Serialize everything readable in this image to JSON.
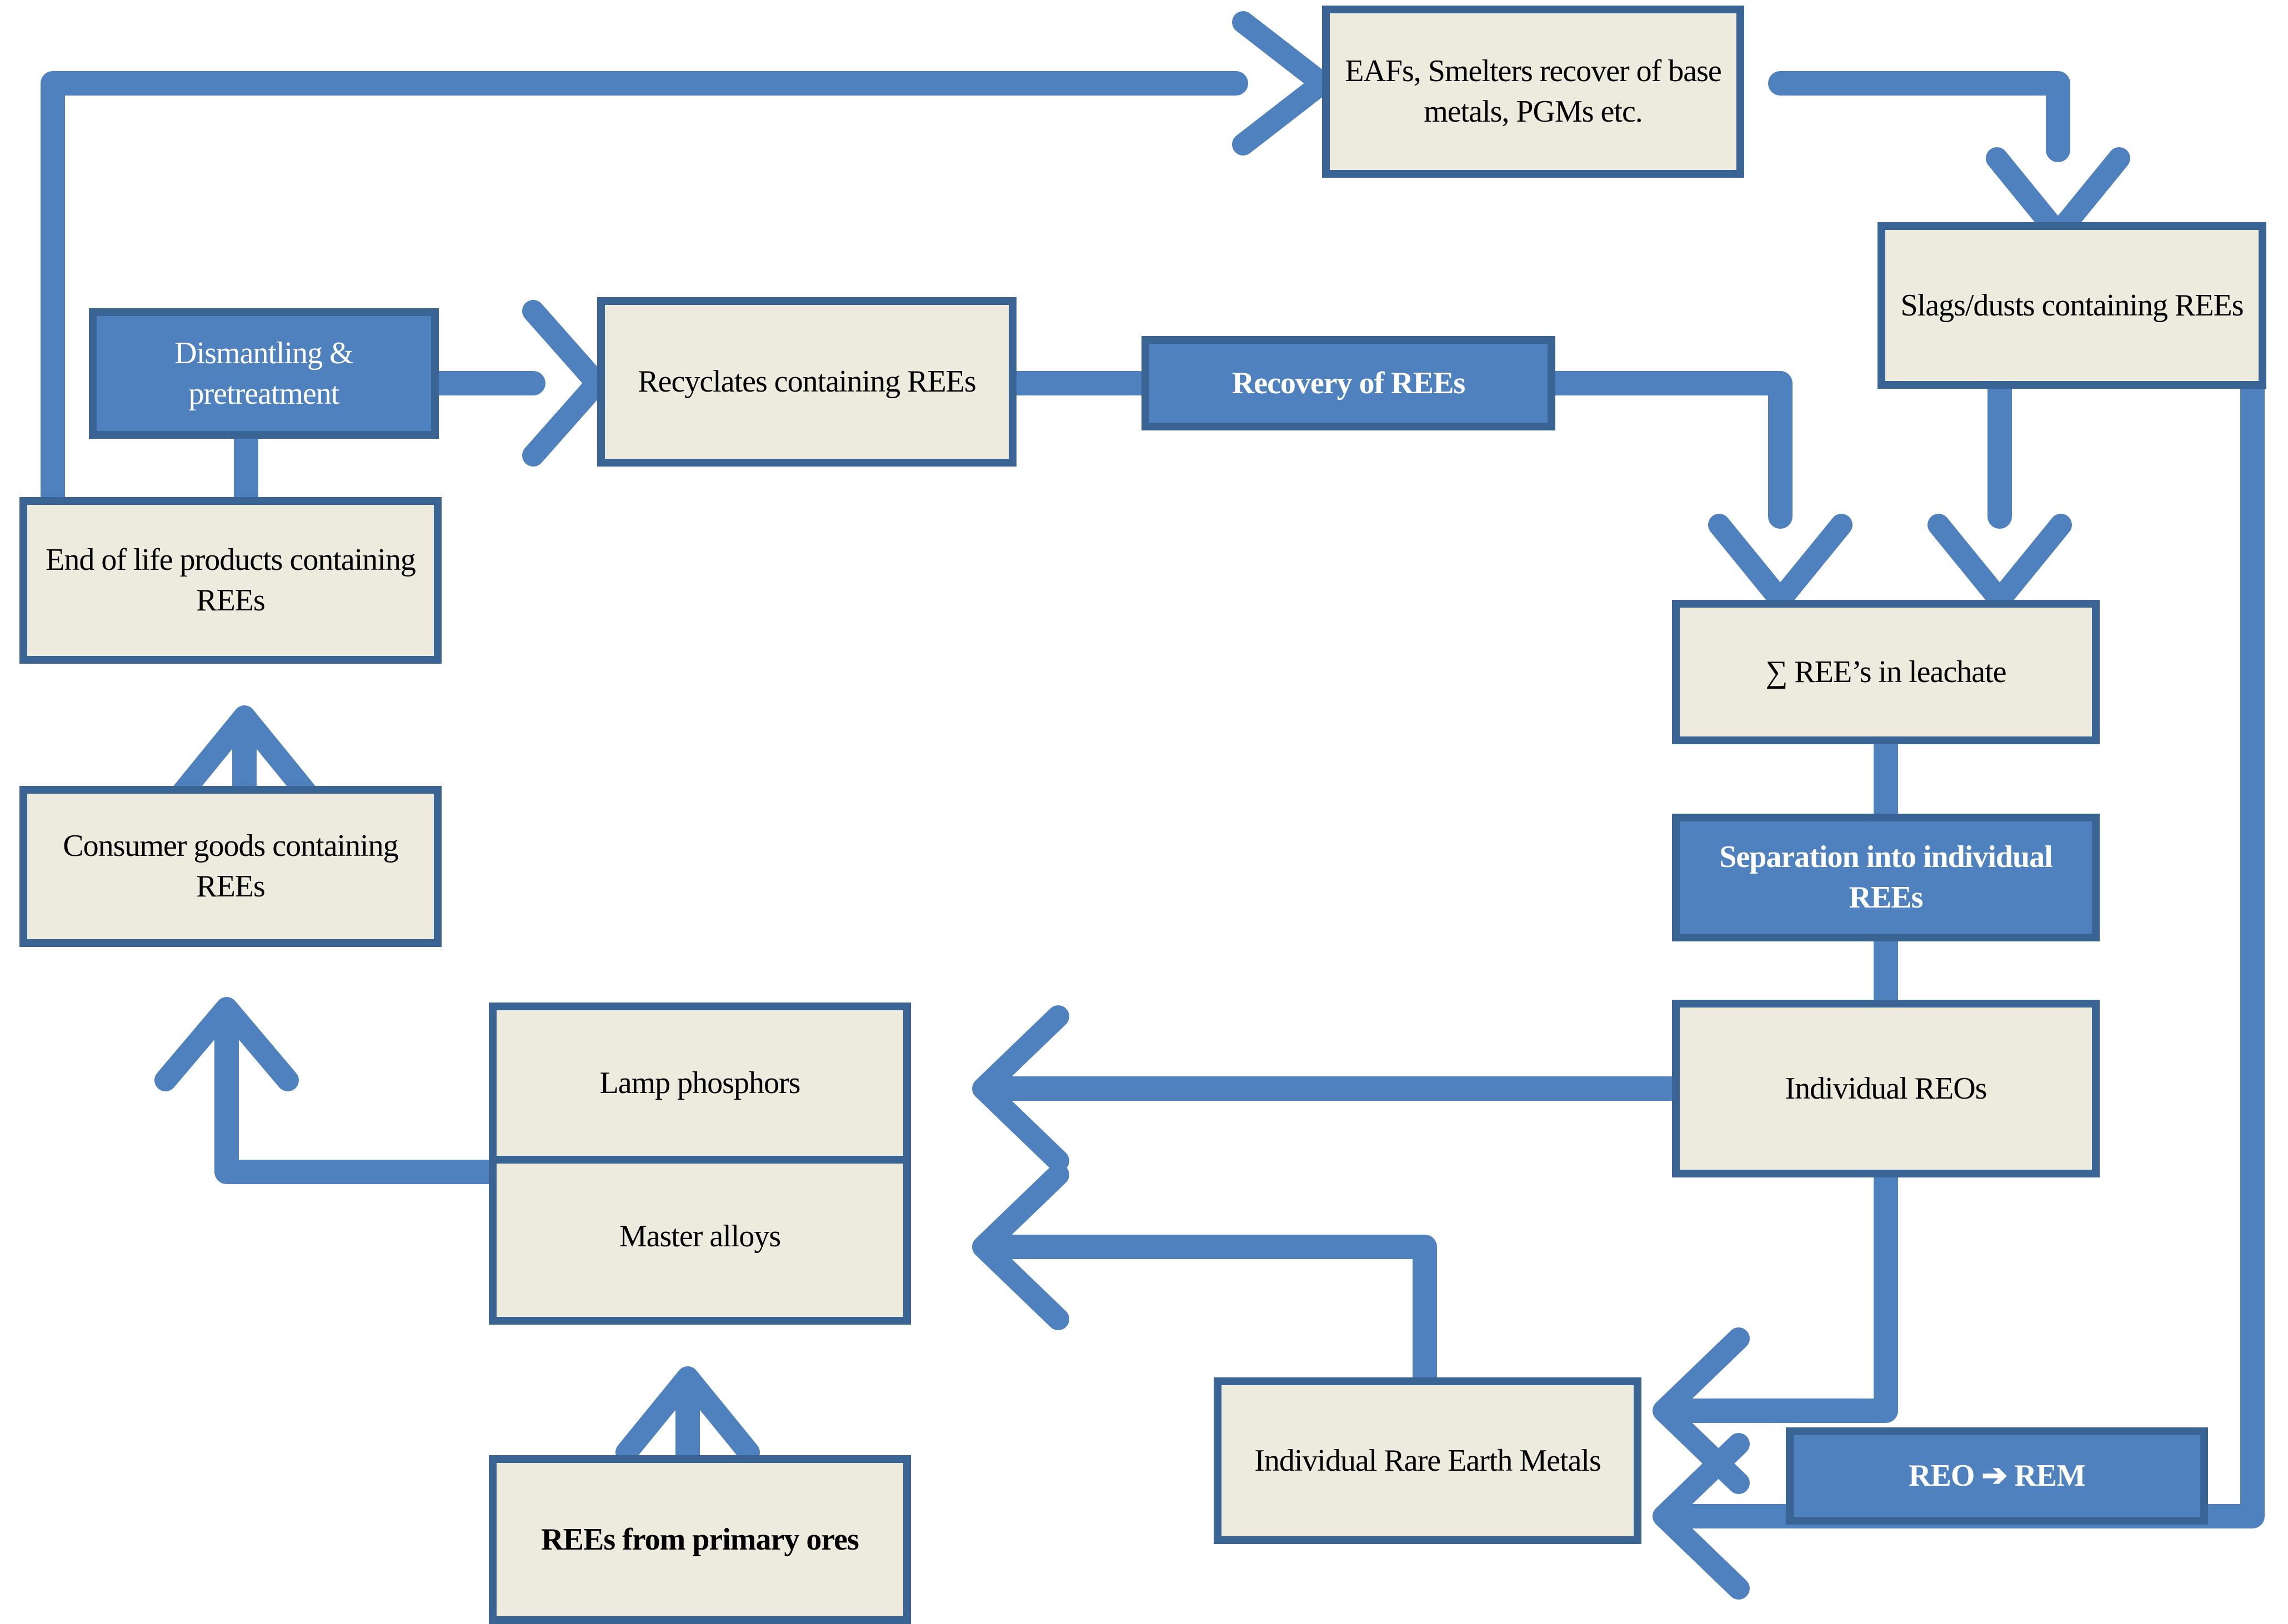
{
  "diagram": {
    "title": "Rare earth elements (REE) recycling and recovery flow",
    "colors": {
      "box_border": "#3a6493",
      "box_fill_cream": "#edeade",
      "box_fill_blue": "#4e81bd",
      "arrow": "#4e81bd",
      "text_dark": "#000000",
      "text_light": "#ffffff",
      "background": "#ffffff"
    },
    "nodes": [
      {
        "id": "eafs",
        "label": "EAFs, Smelters recover of base metals, PGMs etc.",
        "style": "cream",
        "bold": false
      },
      {
        "id": "slags",
        "label": "Slags/dusts containing REEs",
        "style": "cream",
        "bold": false
      },
      {
        "id": "dismantling",
        "label": "Dismantling & pretreatment",
        "style": "blue",
        "bold": false
      },
      {
        "id": "recyclates",
        "label": "Recyclates containing REEs",
        "style": "cream",
        "bold": false
      },
      {
        "id": "recovery",
        "label": "Recovery of REEs",
        "style": "blue",
        "bold": true
      },
      {
        "id": "eol",
        "label": "End of life products containing REEs",
        "style": "cream",
        "bold": false
      },
      {
        "id": "consumer",
        "label": "Consumer goods containing REEs",
        "style": "cream",
        "bold": false
      },
      {
        "id": "leachate",
        "label": "∑ REE’s in leachate",
        "style": "cream",
        "bold": false
      },
      {
        "id": "separation",
        "label": "Separation into individual REEs",
        "style": "blue",
        "bold": true
      },
      {
        "id": "reos",
        "label": "Individual REOs",
        "style": "cream",
        "bold": false
      },
      {
        "id": "lamp",
        "label": "Lamp phosphors",
        "style": "cream",
        "bold": false
      },
      {
        "id": "master",
        "label": "Master alloys",
        "style": "cream",
        "bold": false
      },
      {
        "id": "primary",
        "label": "REEs from primary ores",
        "style": "cream",
        "bold": true
      },
      {
        "id": "irem",
        "label": "Individual Rare Earth Metals",
        "style": "cream",
        "bold": false
      },
      {
        "id": "reorem",
        "label": "REO ➔ REM",
        "style": "blue",
        "bold": true
      }
    ],
    "edges": [
      {
        "from": "eol",
        "to": "eafs",
        "arrow": "right"
      },
      {
        "from": "eafs",
        "to": "slags",
        "arrow": "down"
      },
      {
        "from": "dismantling",
        "to": "recyclates",
        "arrow": "right"
      },
      {
        "from": "eol",
        "to": "dismantling",
        "arrow": "none"
      },
      {
        "from": "recyclates",
        "to": "recovery",
        "arrow": "none"
      },
      {
        "from": "recovery",
        "to": "leachate",
        "arrow": "down"
      },
      {
        "from": "slags",
        "to": "leachate",
        "arrow": "down"
      },
      {
        "from": "consumer",
        "to": "eol",
        "arrow": "up"
      },
      {
        "from": "leachate",
        "to": "separation",
        "arrow": "none"
      },
      {
        "from": "separation",
        "to": "reos",
        "arrow": "none"
      },
      {
        "from": "reos",
        "to": "lamp",
        "arrow": "left"
      },
      {
        "from": "irem",
        "to": "master",
        "arrow": "left"
      },
      {
        "from": "master",
        "to": "consumer",
        "arrow": "up"
      },
      {
        "from": "primary",
        "to": "master",
        "arrow": "up"
      },
      {
        "from": "reos",
        "to": "irem",
        "arrow": "left"
      },
      {
        "from": "slags",
        "to": "irem",
        "arrow": "left"
      },
      {
        "from": "reorem",
        "to": "irem",
        "arrow": "none"
      }
    ]
  }
}
